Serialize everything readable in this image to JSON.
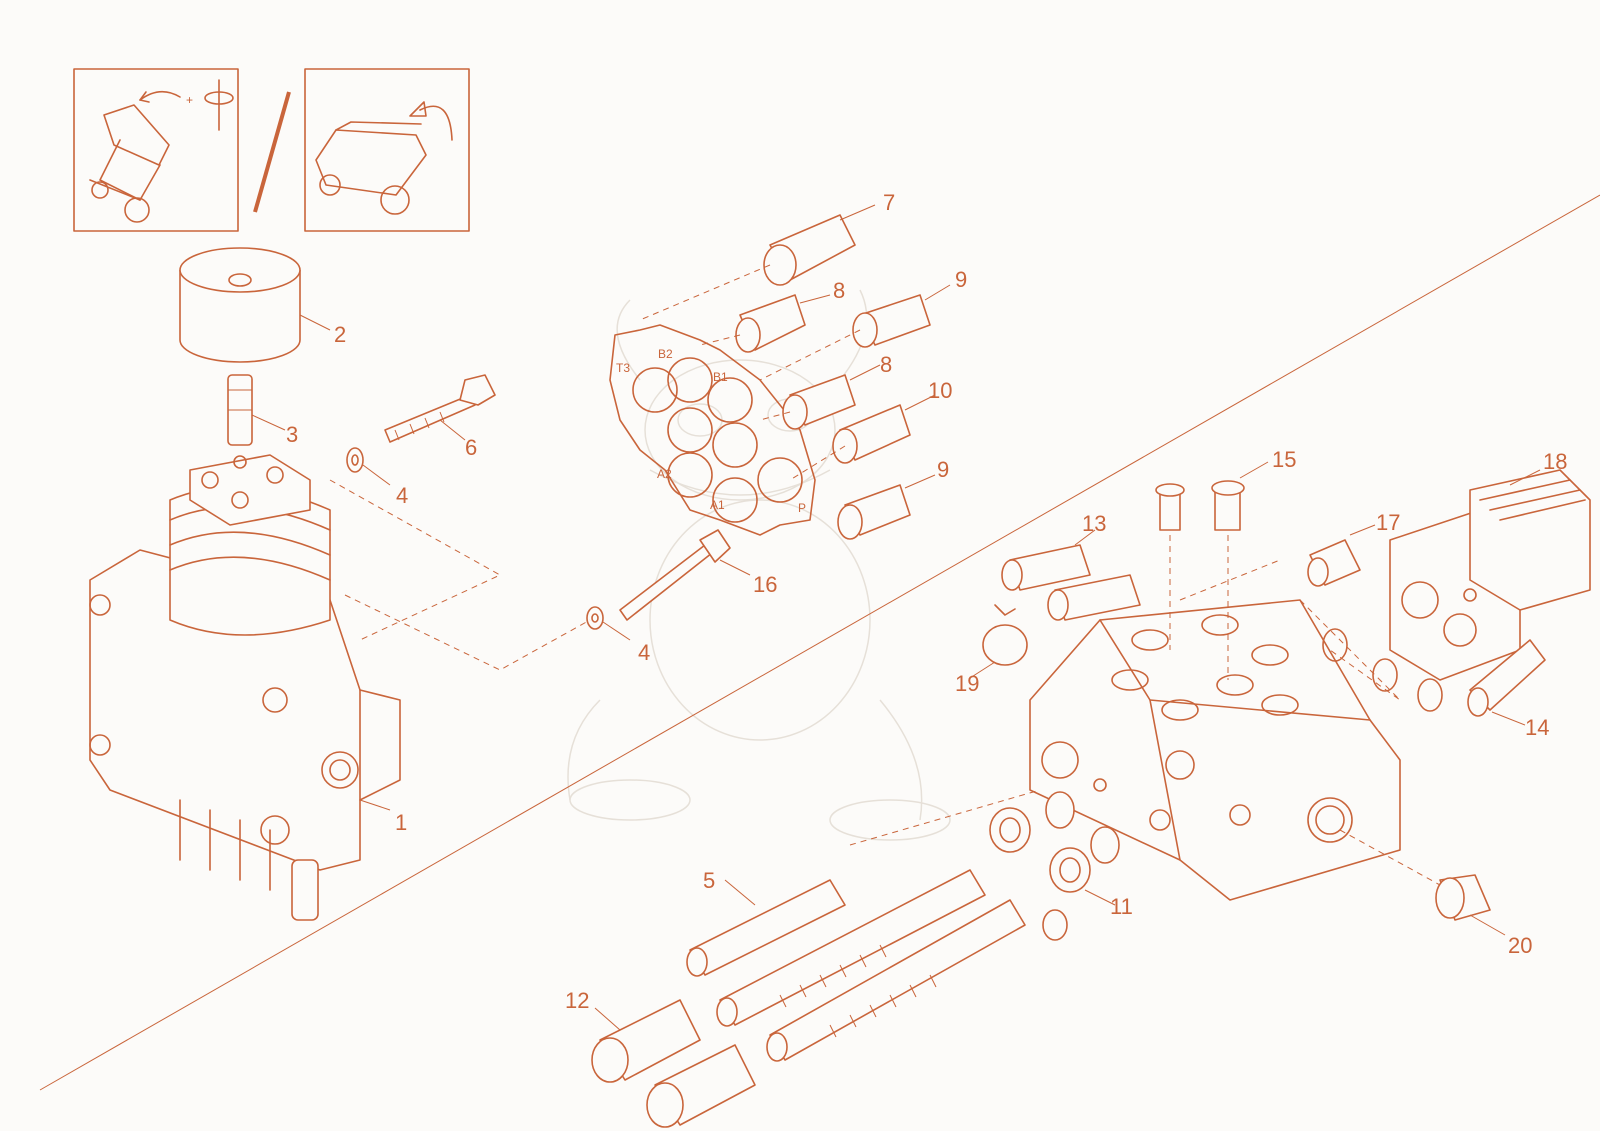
{
  "diagram": {
    "colors": {
      "line": "#c9653b",
      "background": "#fcfbf9",
      "watermark": "#e6e0d8"
    },
    "inset_icons": [
      "rotate-both-axes-icon",
      "tip-rotate-icon"
    ],
    "callouts": [
      "1",
      "2",
      "3",
      "4",
      "4",
      "5",
      "6",
      "7",
      "8",
      "8",
      "9",
      "9",
      "10",
      "11",
      "12",
      "13",
      "14",
      "15",
      "16",
      "17",
      "18",
      "19",
      "20"
    ],
    "port_labels": [
      "T3",
      "B2",
      "B1",
      "A2",
      "A1",
      "P"
    ]
  }
}
